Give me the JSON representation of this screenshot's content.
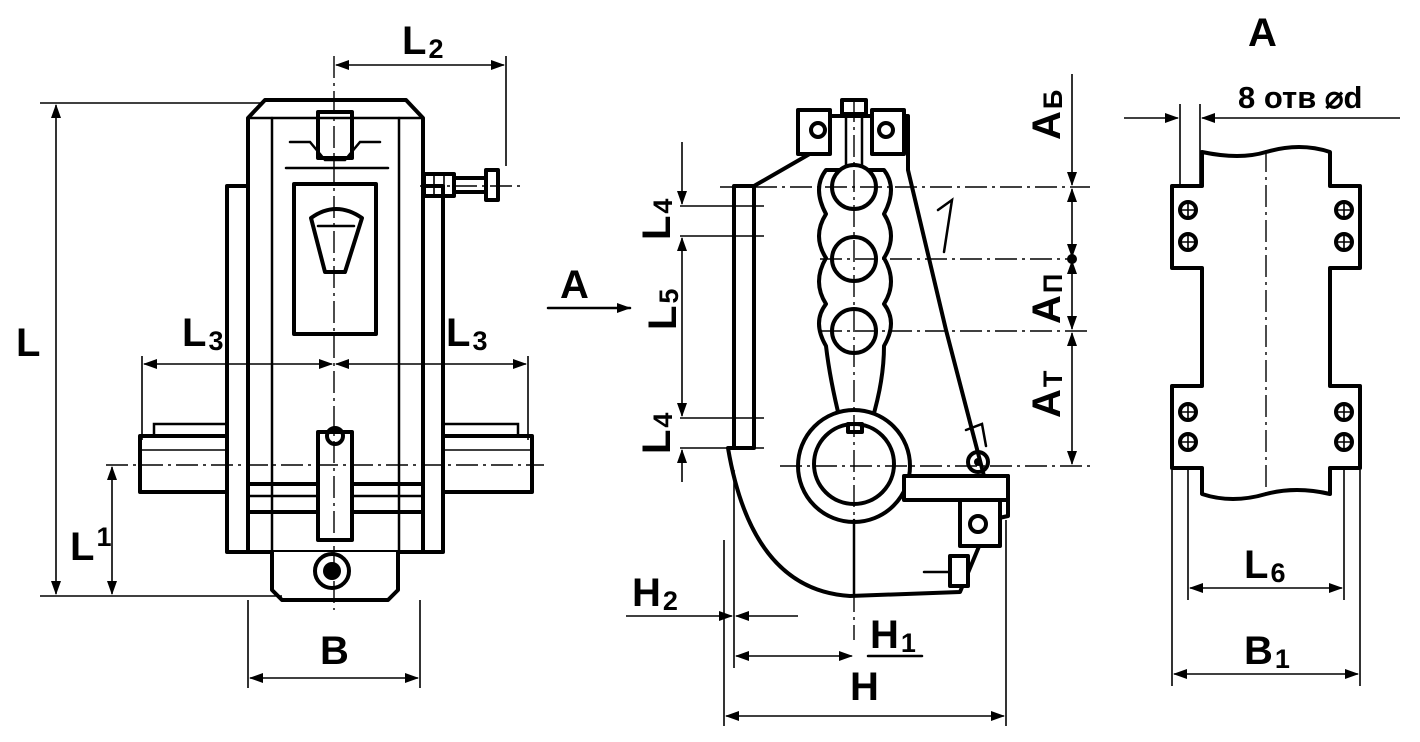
{
  "labels": {
    "front": {
      "L": "L",
      "L1_main": "L",
      "L1_sub": "1",
      "L2_main": "L",
      "L2_sub": "2",
      "L3_left_main": "L",
      "L3_left_sub": "3",
      "L3_right_main": "L",
      "L3_right_sub": "3",
      "B": "B"
    },
    "side": {
      "A": "A",
      "L4_top_main": "L",
      "L4_top_sub": "4",
      "L5_main": "L",
      "L5_sub": "5",
      "L4_bottom_main": "L",
      "L4_bottom_sub": "4",
      "Ab_main": "A",
      "Ab_sub": "Б",
      "An_main": "A",
      "An_sub": "П",
      "At_main": "A",
      "At_sub": "Т",
      "H2_main": "H",
      "H2_sub": "2",
      "H1_main": "H",
      "H1_sub": "1",
      "H": "H"
    },
    "view_a": {
      "title": "A",
      "holes_note": "8 отв ⌀d",
      "L6_main": "L",
      "L6_sub": "6",
      "B1_main": "B",
      "B1_sub": "1"
    }
  }
}
